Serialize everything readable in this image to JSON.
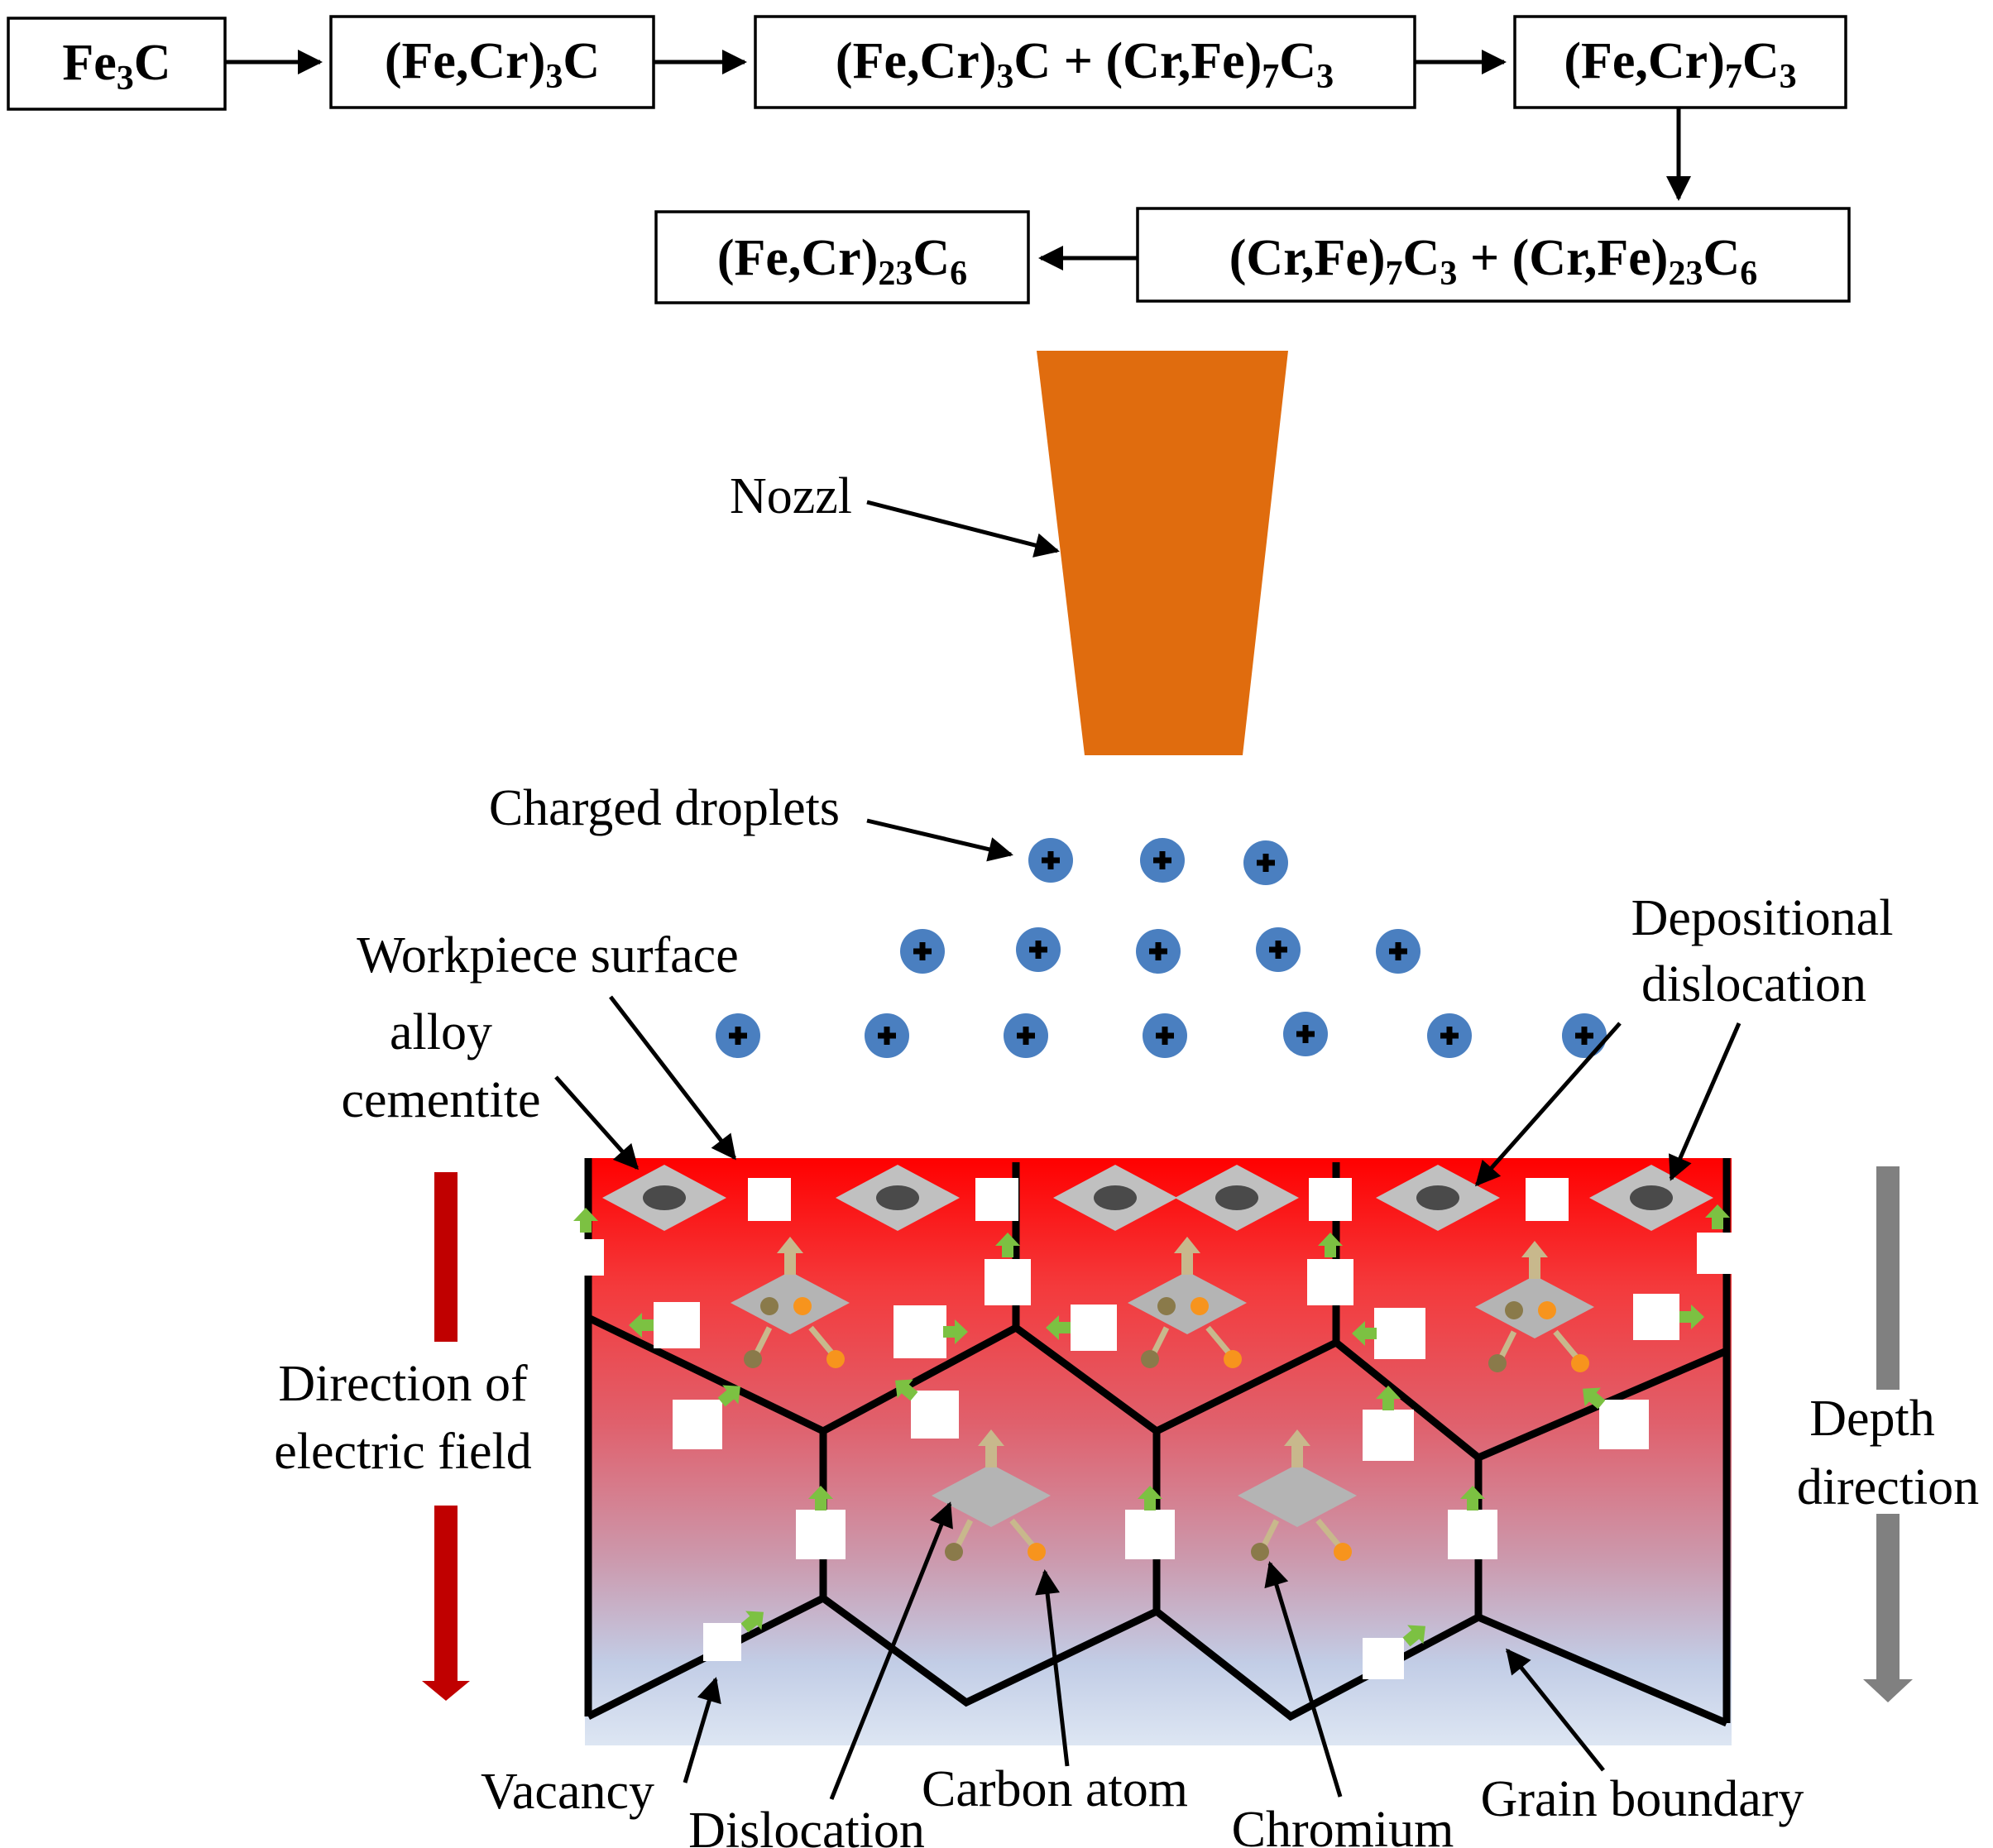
{
  "flow": {
    "fe3c": {
      "main": "Fe",
      "sub": "3",
      "tail": "C"
    },
    "fecr3c": {
      "parts": [
        "(Fe,Cr)",
        "3",
        "C"
      ]
    },
    "mix1": {
      "parts": [
        "(Fe,Cr)",
        "3",
        "C + (Cr,Fe)",
        "7",
        "C",
        "3"
      ]
    },
    "fecr7c3": {
      "parts": [
        "(Fe,Cr)",
        "7",
        "C",
        "3"
      ]
    },
    "mix2": {
      "parts": [
        "(Cr,Fe)",
        "7",
        "C",
        "3",
        " + (Cr,Fe)",
        "23",
        "C",
        "6"
      ]
    },
    "fecr23c6": {
      "parts": [
        "(Fe,Cr)",
        "23",
        "C",
        "6"
      ]
    }
  },
  "labels": {
    "nozzle": "Nozzl",
    "charged_droplets": "Charged droplets",
    "workpiece_surface": "Workpiece surface",
    "alloy": "alloy",
    "cementite": "cementite",
    "depositional": "Depositional",
    "dislocation_top": "dislocation",
    "direction_of": "Direction of",
    "electric_field": "electric field",
    "depth": "Depth",
    "direction": "direction",
    "vacancy": "Vacancy",
    "dislocation": "Dislocation",
    "carbon_atom": "Carbon atom",
    "chromium": "Chromium",
    "grain_boundary": "Grain boundary"
  },
  "colors": {
    "nozzle": "#e06c0e",
    "droplet": "#4a7fc0",
    "surface_red": "#ff0000",
    "bottom_blue": "#c8d8ee",
    "field_arrow": "#c00000",
    "depth_arrow": "#808080",
    "cementite_diamond": "#c0c0c0",
    "cementite_core": "#4a4a4a",
    "vacancy_arrow": "#7cc142",
    "carbon_atom": "#f7941d",
    "chromium_atom": "#8a7a4a",
    "migration_arrow": "#c8b88c"
  }
}
